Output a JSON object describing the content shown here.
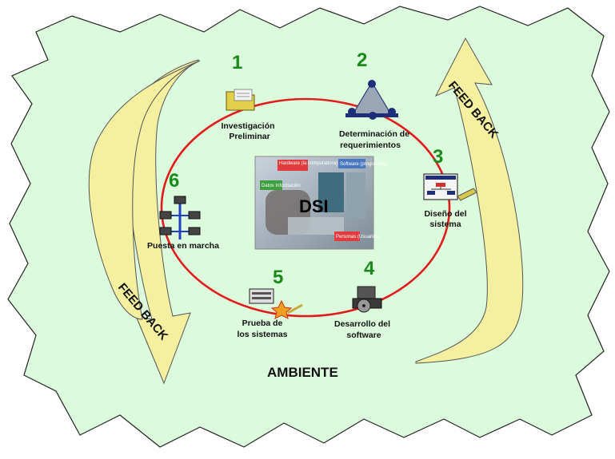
{
  "center": {
    "label": "DSI"
  },
  "environment": {
    "label": "AMBIENTE"
  },
  "feedback": {
    "top_right": "FEED BACK",
    "bottom_left": "FEED BACK"
  },
  "center_photo": {
    "tags": [
      "Hardware (la computadora)",
      "Software (programas)",
      "Datos Información",
      "Personas (Usuarios)"
    ]
  },
  "steps": [
    {
      "number": "1",
      "lines": [
        "Investigación",
        "Preliminar"
      ]
    },
    {
      "number": "2",
      "lines": [
        "Determinación de",
        "requerimientos"
      ]
    },
    {
      "number": "3",
      "lines": [
        "Diseño del",
        "sistema"
      ]
    },
    {
      "number": "4",
      "lines": [
        "Desarrollo del",
        "software"
      ]
    },
    {
      "number": "5",
      "lines": [
        "Prueba de",
        "los sistemas"
      ]
    },
    {
      "number": "6",
      "lines": [
        "Puesta en marcha"
      ]
    }
  ],
  "colors": {
    "environment_fill": "#dcfadc",
    "cycle_ring": "#e01b1b",
    "feedback_arrow": "#f5f0a0",
    "step_number": "#1a8a1a"
  }
}
